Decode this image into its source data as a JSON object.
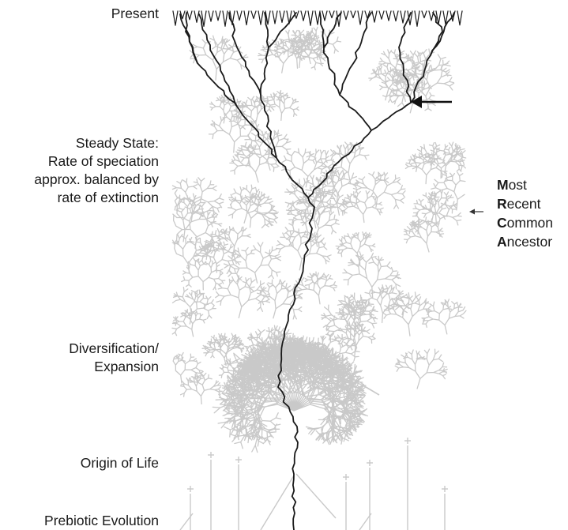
{
  "labels": {
    "present": "Present",
    "steady_state": [
      "Steady State:",
      "Rate of speciation",
      "approx. balanced by",
      "rate of extinction"
    ],
    "diversification": [
      "Diversification/",
      "Expansion"
    ],
    "origin": "Origin of Life",
    "prebiotic": "Prebiotic Evolution"
  },
  "mrca": [
    {
      "initial": "M",
      "rest": "ost"
    },
    {
      "initial": "R",
      "rest": "ecent"
    },
    {
      "initial": "C",
      "rest": "ommon"
    },
    {
      "initial": "A",
      "rest": "ncestor"
    }
  ],
  "colors": {
    "background_tree": "#c9c9c9",
    "lineage": "#1a1a1a",
    "text": "#1a1a1a"
  },
  "icons": [
    "arrow-left-icon",
    "plus-marker-icon"
  ]
}
